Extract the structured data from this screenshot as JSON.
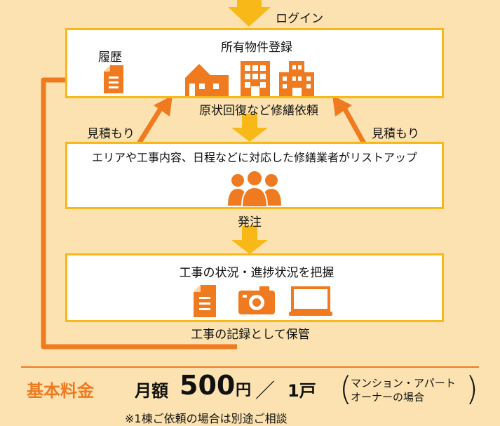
{
  "colors": {
    "background": "#fbe2b0",
    "box_border": "#f7b818",
    "accent": "#f07a20",
    "arrow_yellow": "#f7b818",
    "text": "#111111"
  },
  "flow": {
    "login_label": "ログイン",
    "box1": {
      "title": "所有物件登録",
      "history_label": "履歴",
      "icons": [
        "house-icon",
        "apartment-icon",
        "building-icon"
      ]
    },
    "repair_request_label": "原状回復など修繕依頼",
    "estimate_left_label": "見積もり",
    "estimate_right_label": "見積もり",
    "box2": {
      "title": "エリアや工事内容、日程などに対応した修繕業者がリストアップ",
      "icons": [
        "people-group-icon"
      ]
    },
    "order_label": "発注",
    "box3": {
      "title": "工事の状況・進捗状況を把握",
      "icons": [
        "document-icon",
        "camera-icon",
        "laptop-icon"
      ]
    },
    "archive_label": "工事の記録として保管"
  },
  "pricing": {
    "basic_fee_label": "基本料金",
    "monthly_label": "月額",
    "amount": "500",
    "yen": "円",
    "slash": "／",
    "per_unit": "1戸",
    "target_line1": "マンション・アパート",
    "target_line2": "オーナーの場合",
    "note": "※1棟ご依頼の場合は別途ご相談"
  }
}
